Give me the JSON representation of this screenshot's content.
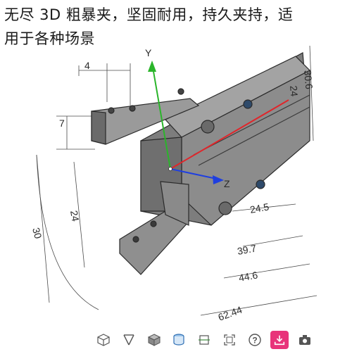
{
  "caption": {
    "line1": "无尽 3D 粗暴夹，坚固耐用，持久夹持，适",
    "line2": "用于各种场景"
  },
  "cad": {
    "axes": {
      "y": "Y",
      "z": "Z"
    },
    "dimensions": {
      "top_width": "4",
      "jaw_height": "7",
      "height_24": "24",
      "height_30": "30",
      "right_30_6": "30.6",
      "right_24": "24",
      "len_24_5": "24.5",
      "len_39_7": "39.7",
      "len_44_6": "44.6",
      "len_62_44": "62.44"
    },
    "colors": {
      "x_axis": "#e0262b",
      "y_axis": "#2ab52a",
      "z_axis": "#1f3fe0",
      "body": "#8c8c8c",
      "active_tool": "#e8337a"
    }
  },
  "toolbar": {
    "tools": [
      {
        "name": "wireframe-cube-icon"
      },
      {
        "name": "measure-icon"
      },
      {
        "name": "shaded-cube-icon"
      },
      {
        "name": "layers-icon"
      },
      {
        "name": "section-icon"
      },
      {
        "name": "fit-frame-icon"
      },
      {
        "name": "help-icon"
      },
      {
        "name": "download-icon",
        "active": true
      },
      {
        "name": "camera-icon"
      }
    ]
  }
}
